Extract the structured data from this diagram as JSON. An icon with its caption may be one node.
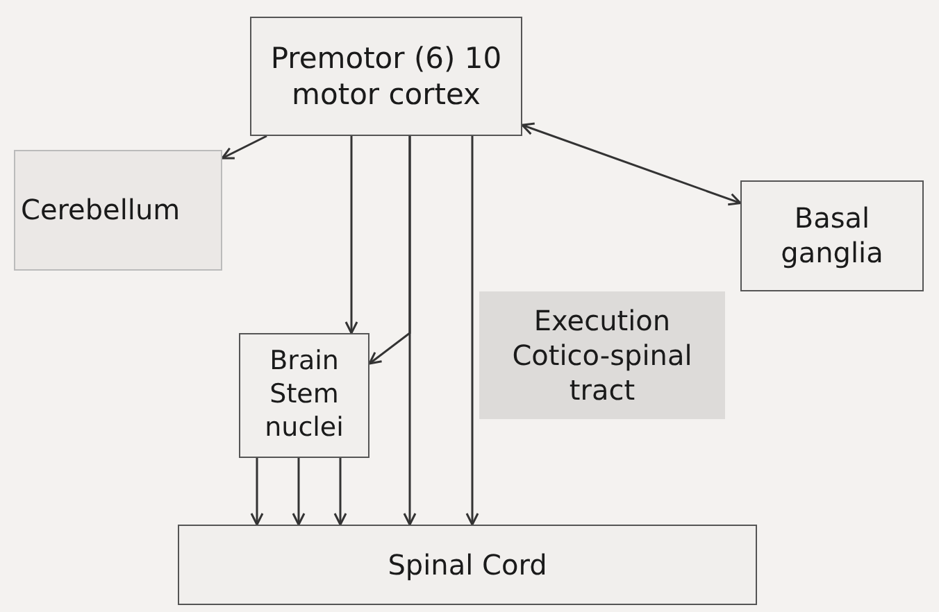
{
  "diagram": {
    "nodes": [
      {
        "text": [
          "Premotor (6) 10 motor cortex"
        ]
      },
      {
        "text": [
          "Cerebellum"
        ]
      },
      {
        "text": [
          "Basal ganglia"
        ]
      },
      {
        "text": [
          "Execution Cotico-spinal tract"
        ]
      },
      {
        "text": [
          "Brain Stem nuclei"
        ]
      },
      {
        "text": [
          "Spinal Cord"
        ]
      }
    ],
    "edges": [
      {
        "from": 0,
        "to": 1,
        "arrow": "to"
      },
      {
        "from": 0,
        "to": 2,
        "arrow": "both"
      },
      {
        "from": 0,
        "to": 4,
        "arrow": "to"
      },
      {
        "from": 0,
        "to": 4,
        "arrow": "to"
      },
      {
        "from": 0,
        "to": 5,
        "arrow": "to"
      },
      {
        "from": 0,
        "to": 5,
        "arrow": "to"
      },
      {
        "from": 4,
        "to": 5,
        "arrow": "to"
      },
      {
        "from": 4,
        "to": 5,
        "arrow": "to"
      },
      {
        "from": 4,
        "to": 5,
        "arrow": "to"
      }
    ]
  }
}
